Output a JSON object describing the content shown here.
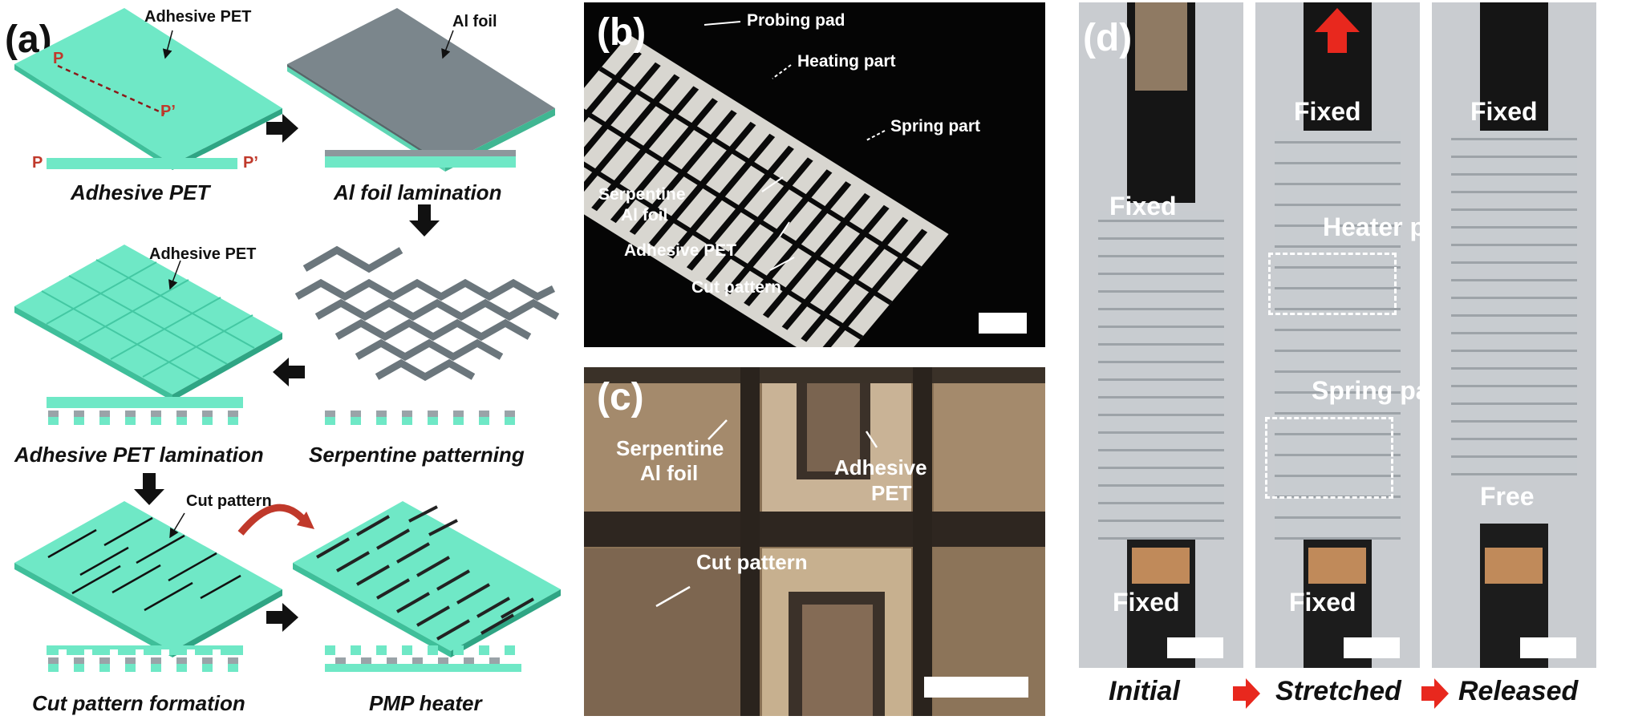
{
  "panel_a": {
    "letter": "(a)",
    "steps": {
      "s1": {
        "caption": "Adhesive PET",
        "top_label": "Adhesive PET",
        "p": "P",
        "p_prime": "P’"
      },
      "s2": {
        "caption": "Al foil lamination",
        "top_label": "Al foil"
      },
      "s3": {
        "caption": "Adhesive PET lamination",
        "top_label": "Adhesive PET"
      },
      "s4": {
        "caption": "Serpentine patterning"
      },
      "s5": {
        "caption": "Cut pattern formation",
        "top_label": "Cut pattern"
      },
      "s6": {
        "caption": "PMP heater"
      }
    }
  },
  "panel_b": {
    "letter": "(b)",
    "labels": {
      "probing_pad": "Probing pad",
      "heating_part": "Heating part",
      "spring_part": "Spring part",
      "serpentine_1": "Serpentine",
      "serpentine_2": "Al foil",
      "adhesive_pet": "Adhesive PET",
      "cut_pattern": "Cut pattern"
    }
  },
  "panel_c": {
    "letter": "(c)",
    "labels": {
      "serpentine_1": "Serpentine",
      "serpentine_2": "Al foil",
      "adhesive_1": "Adhesive",
      "adhesive_2": "PET",
      "cut_pattern": "Cut pattern"
    }
  },
  "panel_d": {
    "letter": "(d)",
    "initial": {
      "top": "Fixed",
      "bottom": "Fixed",
      "caption": "Initial"
    },
    "stretched": {
      "top": "Fixed",
      "bottom": "Fixed",
      "heater": "Heater part",
      "spring": "Spring part",
      "caption": "Stretched"
    },
    "released": {
      "top": "Fixed",
      "bottom": "Free",
      "caption": "Released"
    }
  },
  "colors": {
    "pet": "#69e8c4",
    "pet_side": "#3fbf9a",
    "al": "#7b868c",
    "al_side": "#5a6469",
    "red_label": "#c0392b",
    "flow_arrow": "#e8281e"
  }
}
